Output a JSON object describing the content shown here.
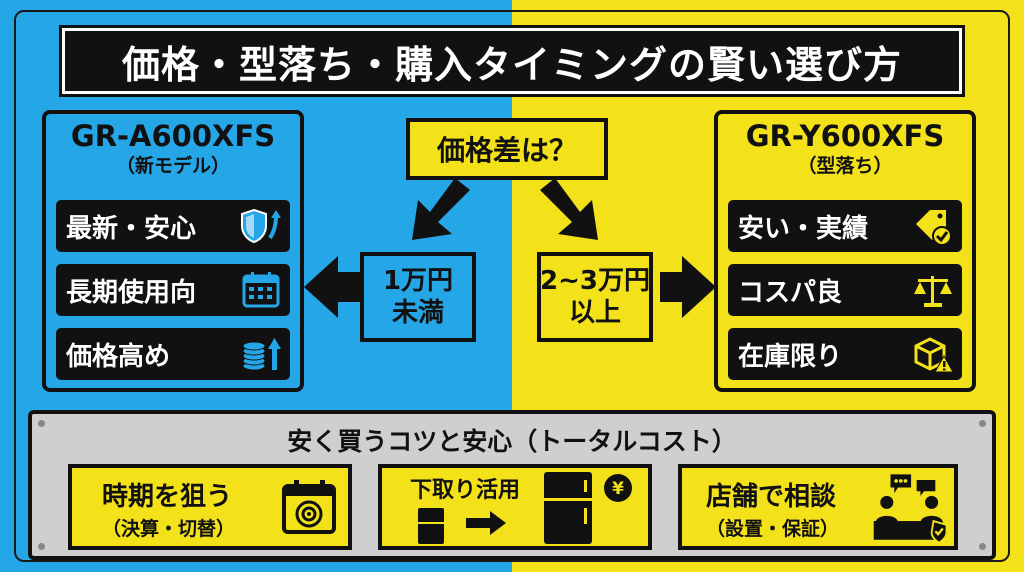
{
  "title": "価格・型落ち・購入タイミングの賢い選び方",
  "question": "価格差は？",
  "left": {
    "model": "GR-A600XFS",
    "subtitle": "（新モデル）",
    "items": [
      {
        "label": "最新・安心",
        "icon": "shield-up-icon"
      },
      {
        "label": "長期使用向",
        "icon": "calendar-icon"
      },
      {
        "label": "価格高め",
        "icon": "coins-up-icon"
      }
    ],
    "price_diff": [
      "1万円",
      "未満"
    ]
  },
  "right": {
    "model": "GR-Y600XFS",
    "subtitle": "（型落ち）",
    "items": [
      {
        "label": "安い・実績",
        "icon": "price-tag-check-icon"
      },
      {
        "label": "コスパ良",
        "icon": "scale-icon"
      },
      {
        "label": "在庫限り",
        "icon": "box-warning-icon"
      }
    ],
    "price_diff": [
      "2~3万円",
      "以上"
    ]
  },
  "bottom": {
    "title": "安く買うコツと安心（トータルコスト）",
    "tips": [
      {
        "main": "時期を狙う",
        "sub": "（決算・切替）",
        "icon": "calendar-target-icon"
      },
      {
        "main": "下取り活用",
        "sub": "",
        "icon": "fridge-trade-in-icon"
      },
      {
        "main": "店舗で相談",
        "sub": "（設置・保証）",
        "icon": "store-consult-icon"
      }
    ]
  },
  "colors": {
    "blue": "#25a6e6",
    "yellow": "#f3e11a",
    "black": "#111111",
    "panel": "#cfcfcf"
  }
}
